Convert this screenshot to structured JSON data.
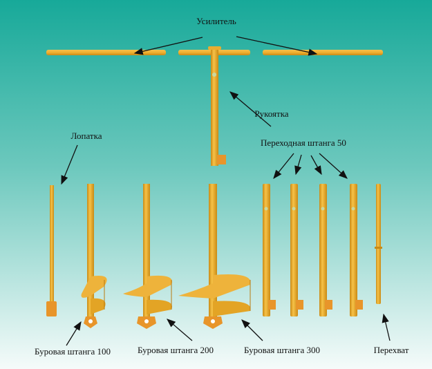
{
  "labels": {
    "reinforcer": "Усилитель",
    "handle": "Рукоятка",
    "blade": "Лопатка",
    "adapter_rod": "Переходная штанга 50",
    "drill_rod_100": "Буровая штанга 100",
    "drill_rod_200": "Буровая штанга 200",
    "drill_rod_300": "Буровая штанга 300",
    "grip": "Перехват"
  },
  "colors": {
    "background_top": "#17a999",
    "background_bottom": "#f5fbfa",
    "metal": "#e3a425",
    "metal_dark": "#b87a10",
    "arrow": "#111111"
  }
}
